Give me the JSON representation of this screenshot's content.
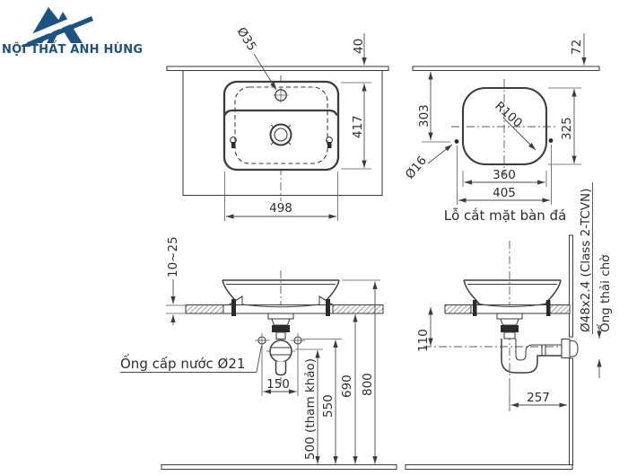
{
  "brand": {
    "name": "NỘI THẤT ANH HÙNG"
  },
  "plan_view": {
    "faucet_hole": "Ø35",
    "back_offset": "40",
    "depth": "417",
    "width": "498"
  },
  "cutout_view": {
    "back_offset": "72",
    "front_offset": "303",
    "side_height": "325",
    "corner_radius": "R100",
    "pilot_hole": "Ø16",
    "inner_width": "360",
    "outer_width": "405",
    "caption": "Lỗ cắt mặt bàn đá"
  },
  "front_view": {
    "counter_thickness": "10~25",
    "supply_label": "Ống cấp nước Ø21",
    "supply_spacing": "150",
    "trap_height": "500 (tham khảo)",
    "supply_height": "550",
    "counter_height": "690",
    "rim_height": "800"
  },
  "side_view": {
    "drain_drop": "110",
    "center_to_wall": "257",
    "waste_pipe_spec": "Ø48x2.4 (Class 2-TCVN)",
    "waste_pipe_label": "Ống thải chờ"
  }
}
